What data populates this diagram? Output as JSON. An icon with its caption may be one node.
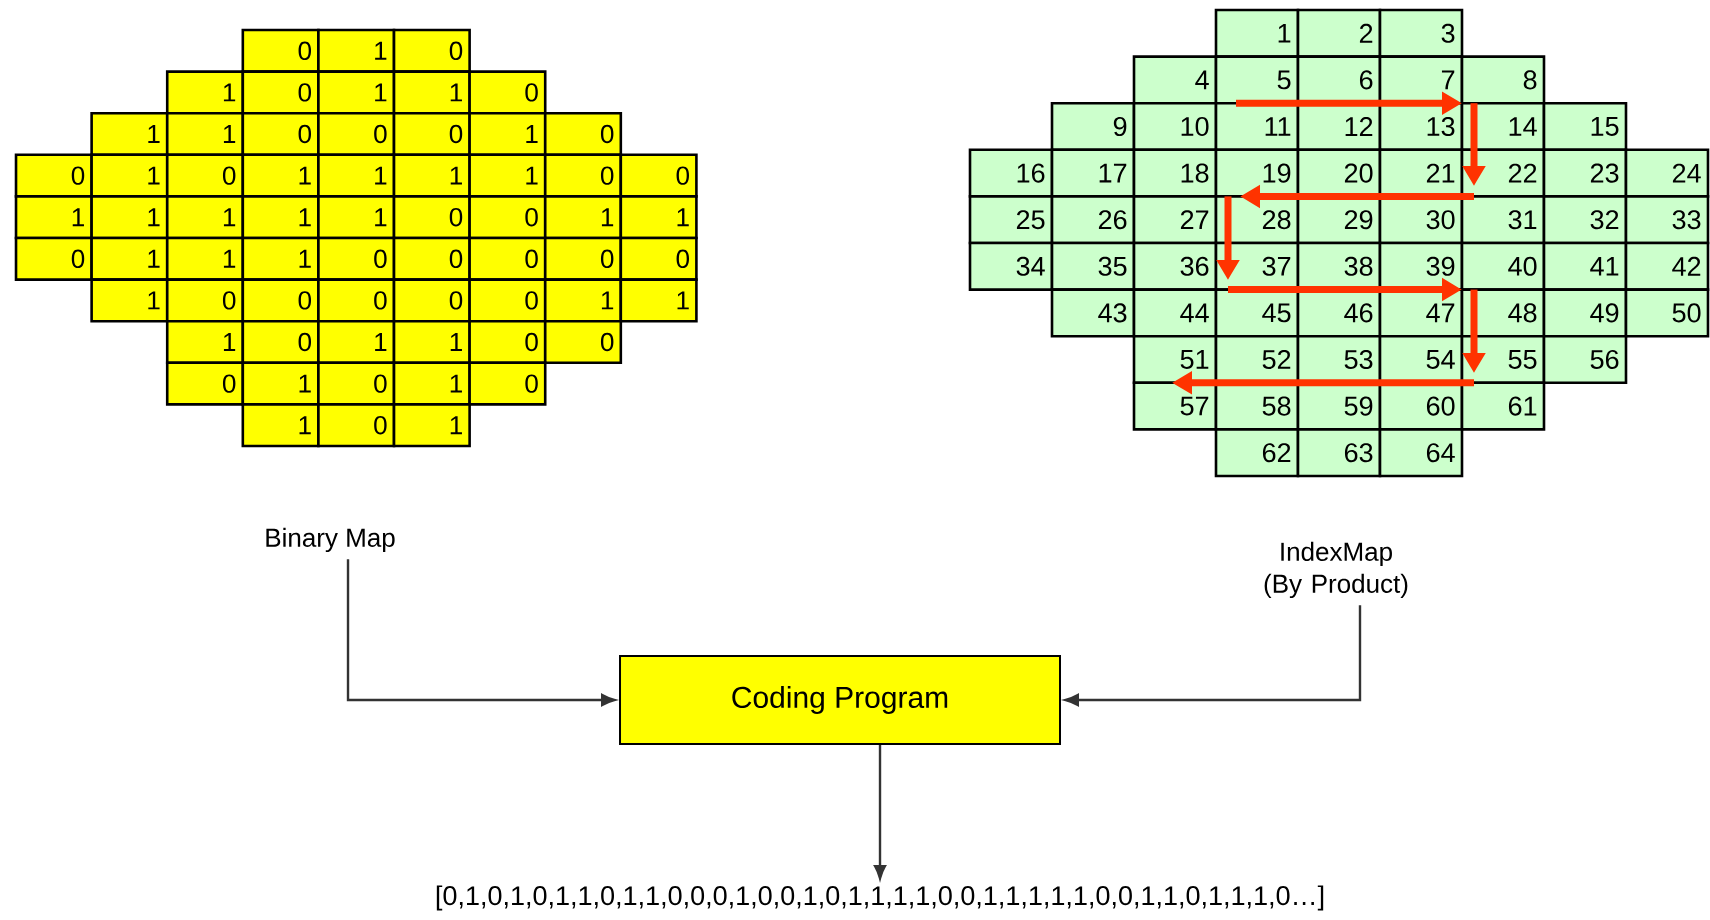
{
  "diagram": {
    "nodes": [
      {
        "text": [
          "Binary Map"
        ]
      },
      {
        "text": [
          "IndexMap (By Product)"
        ]
      },
      {
        "text": [
          "Coding Program"
        ]
      },
      {
        "text": [
          "[0,1,0,1,0,1,1,0,1,1,0,0,0,1,0,0,1,0,1,1,1,1,0,0,1,1,1,1,1,0,0,1,1,0,1,1,1,0…]"
        ]
      }
    ],
    "edges": [
      {
        "from": 0,
        "to": 2,
        "arrow": "to"
      },
      {
        "from": 1,
        "to": 2,
        "arrow": "to"
      },
      {
        "from": 2,
        "to": 3,
        "arrow": "to"
      }
    ],
    "labels": [
      "0",
      "1",
      "0",
      "1",
      "0",
      "1",
      "1",
      "0",
      "1",
      "1",
      "0",
      "0",
      "0",
      "1",
      "0",
      "0",
      "1",
      "0",
      "1",
      "1",
      "1",
      "1",
      "0",
      "0",
      "1",
      "1",
      "1",
      "1",
      "1",
      "0",
      "0",
      "1",
      "1",
      "0",
      "1",
      "1",
      "1",
      "0",
      "0",
      "0",
      "0",
      "0",
      "1",
      "0",
      "0",
      "0",
      "0",
      "0",
      "1",
      "1",
      "1",
      "0",
      "1",
      "1",
      "0",
      "0",
      "0",
      "1",
      "0",
      "1",
      "0",
      "1",
      "0",
      "1",
      "1",
      "2",
      "3",
      "4",
      "5",
      "6",
      "7",
      "8",
      "9",
      "10",
      "11",
      "12",
      "13",
      "14",
      "15",
      "16",
      "17",
      "18",
      "19",
      "20",
      "21",
      "22",
      "23",
      "24",
      "25",
      "26",
      "27",
      "28",
      "29",
      "30",
      "31",
      "32",
      "33",
      "34",
      "35",
      "36",
      "37",
      "38",
      "39",
      "40",
      "41",
      "42",
      "43",
      "44",
      "45",
      "46",
      "47",
      "48",
      "49",
      "50",
      "51",
      "52",
      "53",
      "54",
      "55",
      "56",
      "57",
      "58",
      "59",
      "60",
      "61",
      "62",
      "63",
      "64"
    ]
  }
}
